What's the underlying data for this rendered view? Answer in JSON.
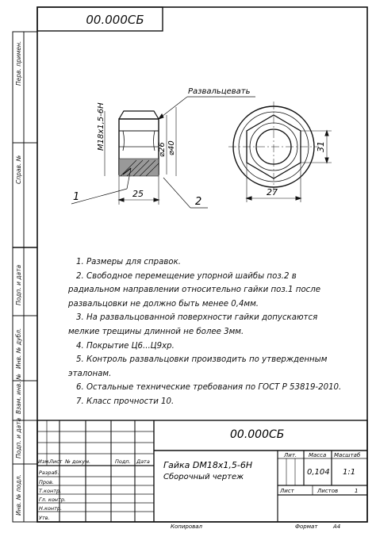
{
  "top_code": "00.000СБ",
  "annotation_callout": "Развальцевать",
  "dimensions": {
    "thread": "M18x1,5-6H",
    "dia_inner": "⌀26",
    "dia_outer": "⌀40",
    "length_left": "25",
    "width_right": "27",
    "height_right": "31"
  },
  "leaders": {
    "part1": "1",
    "part2": "2"
  },
  "notes": [
    "1. Размеры для справок.",
    "2. Свободное перемещение упорной шайбы поз.2 в радиальном направлении относительно гайки поз.1 после развальцовки не должно быть менее 0,4мм.",
    "3. На развальцованной поверхности гайки допускаются мелкие трещины длинной не более 3мм.",
    "4. Покрытие Ц6...Ц9хр.",
    "5. Контроль развальцовки производить по утвержденным эталонам.",
    "6. Остальные технические требования по ГОСТ Р 53819-2010.",
    "7. Класс прочности 10."
  ],
  "side_labels": {
    "perv_primen": "Перв. примен.",
    "sprav_no": "Справ. №",
    "podp_data_1": "Подп. и дата",
    "inv_dubl": "Инв. № дубл.",
    "vzam_inv": "Взам. инв. №",
    "podp_data_2": "Подп. и дата",
    "inv_podl": "Инв. № подл."
  },
  "title_block": {
    "designation": "00.000СБ",
    "name_line1": "Гайка DM18x1,5-6H",
    "name_line2": "Сборочный чертеж",
    "col_izm": "Изм.",
    "col_list": "Лист",
    "col_doc": "№ докум.",
    "col_podp": "Подп.",
    "col_data": "Дата",
    "rows": [
      "Разраб.",
      "Пров.",
      "Т.контр.",
      "Гл. контр.",
      "Н.контр.",
      "Утв."
    ],
    "lit_label": "Лит.",
    "mass_label": "Масса",
    "scale_label": "Масштаб",
    "mass_value": "0,104",
    "scale_value": "1:1",
    "sheet_label": "Лист",
    "sheets_label": "Листов",
    "sheets_value": "1"
  },
  "footer": {
    "copied": "Копировал",
    "format_label": "Формат",
    "format_value": "А4"
  }
}
